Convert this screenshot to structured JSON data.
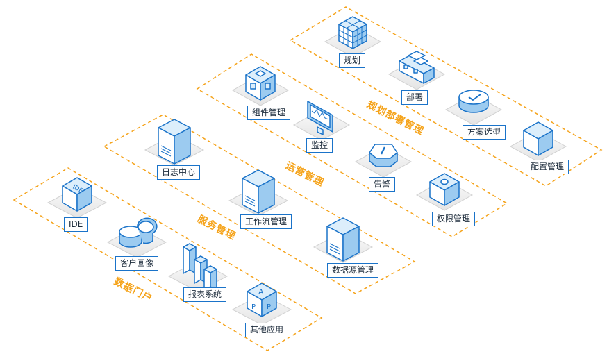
{
  "groups": [
    {
      "id": "planning",
      "title": "规划部署管理",
      "items": [
        "规划",
        "部署",
        "方案选型",
        "配置管理"
      ]
    },
    {
      "id": "ops",
      "title": "运营管理",
      "items": [
        "组件管理",
        "监控",
        "告警",
        "权限管理"
      ]
    },
    {
      "id": "service",
      "title": "服务管理",
      "items": [
        "日志中心",
        "工作流管理",
        "数据源管理"
      ]
    },
    {
      "id": "portal",
      "title": "数据门户",
      "items": [
        "IDE",
        "客户画像",
        "报表系统",
        "其他应用"
      ]
    }
  ],
  "icon_text": {
    "ide": "IDE",
    "app_a": "A",
    "app_p": "P"
  },
  "colors": {
    "accent": "#1a73c9",
    "dash": "#f5a31a",
    "face_top": "#dceefb",
    "face_left": "#ffffff",
    "face_right": "#9ccbf0"
  }
}
